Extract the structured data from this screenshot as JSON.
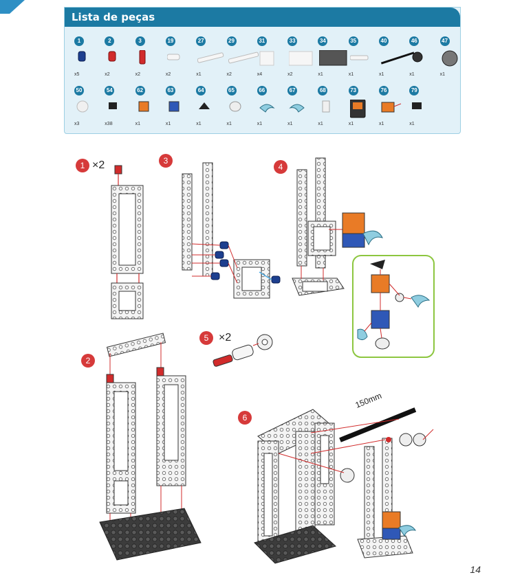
{
  "panel": {
    "title": "Lista de peças"
  },
  "parts_row1": [
    {
      "num": "1",
      "qty": "x5",
      "icon": "blue-connector-peg"
    },
    {
      "num": "2",
      "qty": "x2",
      "icon": "red-connector-peg"
    },
    {
      "num": "3",
      "qty": "x2",
      "icon": "red-long-peg"
    },
    {
      "num": "19",
      "qty": "x2",
      "icon": "white-beam-3"
    },
    {
      "num": "27",
      "qty": "x1",
      "icon": "white-beam-11"
    },
    {
      "num": "29",
      "qty": "x2",
      "icon": "white-beam-15"
    },
    {
      "num": "31",
      "qty": "x4",
      "icon": "white-frame-square"
    },
    {
      "num": "33",
      "qty": "x2",
      "icon": "white-frame-rect"
    },
    {
      "num": "34",
      "qty": "x1",
      "icon": "gray-base-plate"
    },
    {
      "num": "35",
      "qty": "x1",
      "icon": "white-small-beam"
    },
    {
      "num": "40",
      "qty": "x1",
      "icon": "black-rod"
    },
    {
      "num": "46",
      "qty": "x1",
      "icon": "gear-small"
    },
    {
      "num": "47",
      "qty": "x1",
      "icon": "gear-large"
    }
  ],
  "parts_row2": [
    {
      "num": "50",
      "qty": "x3",
      "icon": "white-pulley"
    },
    {
      "num": "54",
      "qty": "x38",
      "icon": "black-pin"
    },
    {
      "num": "62",
      "qty": "x1",
      "icon": "orange-cube"
    },
    {
      "num": "63",
      "qty": "x1",
      "icon": "blue-cube"
    },
    {
      "num": "64",
      "qty": "x1",
      "icon": "black-clip"
    },
    {
      "num": "65",
      "qty": "x1",
      "icon": "white-wheel-cap"
    },
    {
      "num": "66",
      "qty": "x1",
      "icon": "blue-arm-left"
    },
    {
      "num": "67",
      "qty": "x1",
      "icon": "blue-arm-right"
    },
    {
      "num": "68",
      "qty": "x1",
      "icon": "white-connector"
    },
    {
      "num": "73",
      "qty": "x1",
      "icon": "battery-box"
    },
    {
      "num": "76",
      "qty": "x1",
      "icon": "motor-gearbox"
    },
    {
      "num": "79",
      "qty": "x1",
      "icon": "switch"
    }
  ],
  "steps": {
    "s1": {
      "num": "1",
      "mult": "×2"
    },
    "s2": {
      "num": "2"
    },
    "s3": {
      "num": "3"
    },
    "s4": {
      "num": "4"
    },
    "s5": {
      "num": "5",
      "mult": "×2"
    },
    "s6": {
      "num": "6",
      "rod_label": "150mm"
    }
  },
  "page_number": "14",
  "colors": {
    "accent": "#1c7aa3",
    "panel_bg": "#e2f1f8",
    "step_red": "#d63a3a",
    "callout_green": "#8cc63f"
  }
}
